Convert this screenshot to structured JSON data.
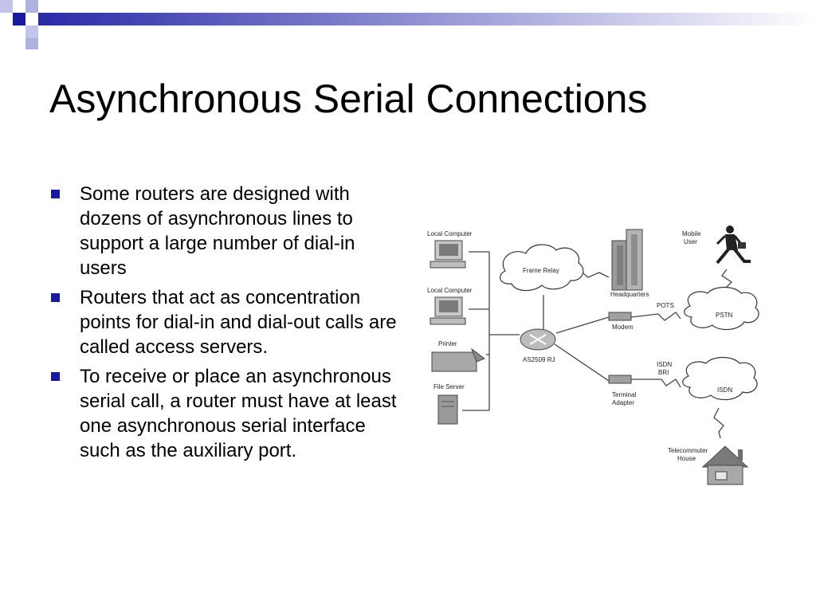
{
  "slide": {
    "title": "Asynchronous Serial Connections",
    "bullets": [
      "Some routers are designed with dozens of asynchronous lines to support a large number of dial-in users",
      "Routers that act as concentration points for dial-in and dial-out calls are called access servers.",
      "To receive or place an asynchronous serial call, a router must have at least one asynchronous serial interface such as the auxiliary port."
    ]
  },
  "diagram": {
    "local_computer_1": "Local Computer",
    "local_computer_2": "Local Computer",
    "printer": "Printer",
    "file_server": "File Server",
    "router": "AS2509 RJ",
    "frame_relay": "Frame Relay",
    "headquarters": "Headquarters",
    "mobile_user_line1": "Mobile",
    "mobile_user_line2": "User",
    "pots": "POTS",
    "pstn": "PSTN",
    "modem": "Modem",
    "isdn_bri_line1": "ISDN",
    "isdn_bri_line2": "BRI",
    "isdn": "ISDN",
    "terminal_adapter_line1": "Terminal",
    "terminal_adapter_line2": "Adapter",
    "telecommuter_line1": "Telecommuter",
    "telecommuter_line2": "House"
  },
  "colors": {
    "accent_dark": "#1a1aa0",
    "accent_mid": "#6f6fc8",
    "accent_light": "#b9b9e3"
  }
}
